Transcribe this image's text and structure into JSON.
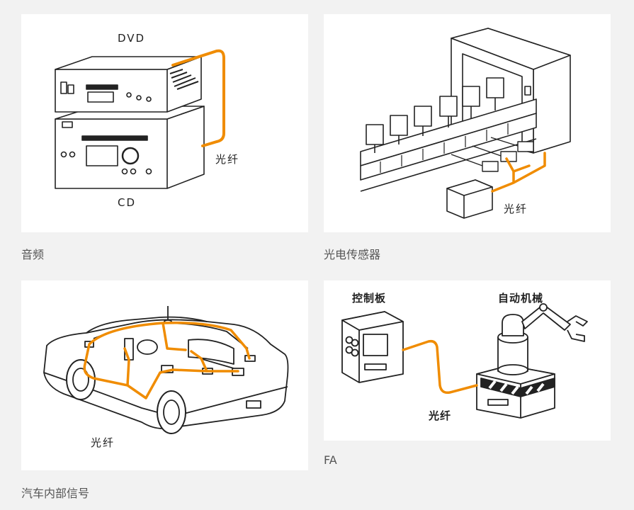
{
  "colors": {
    "fiber": "#f08c00",
    "line": "#222222",
    "card": "#ffffff",
    "background": "#f2f2f2"
  },
  "panels": [
    {
      "caption": "音频",
      "labels": {
        "dvd": "DVD",
        "cd": "CD",
        "fiber": "光纤"
      }
    },
    {
      "caption": "光电传感器",
      "labels": {
        "fiber": "光纤"
      }
    },
    {
      "caption": "汽车内部信号",
      "labels": {
        "fiber": "光纤"
      }
    },
    {
      "caption": "FA",
      "labels": {
        "control_board": "控制板",
        "robot": "自动机械",
        "fiber": "光纤"
      }
    }
  ]
}
